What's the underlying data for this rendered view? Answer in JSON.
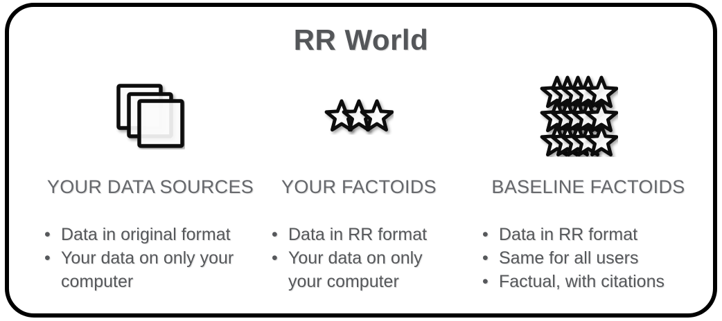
{
  "title": "RR World",
  "colors": {
    "border": "#000000",
    "background": "#ffffff",
    "title_text": "#545659",
    "heading_text": "#65676b",
    "bullet_text": "#56585b",
    "icon_stroke": "#111111",
    "icon_fill": "#ffffff"
  },
  "columns": [
    {
      "icon": "stacked-pages-icon",
      "heading": "YOUR DATA SOURCES",
      "bullets": [
        "Data in original format",
        "Your data on only your computer"
      ]
    },
    {
      "icon": "three-stars-icon",
      "heading": "YOUR FACTOIDS",
      "bullets": [
        "Data in RR format",
        "Your data on only your computer"
      ]
    },
    {
      "icon": "star-cluster-icon",
      "heading": "BASELINE FACTOIDS",
      "bullets": [
        "Data in RR format",
        "Same for all users",
        "Factual, with citations"
      ]
    }
  ]
}
